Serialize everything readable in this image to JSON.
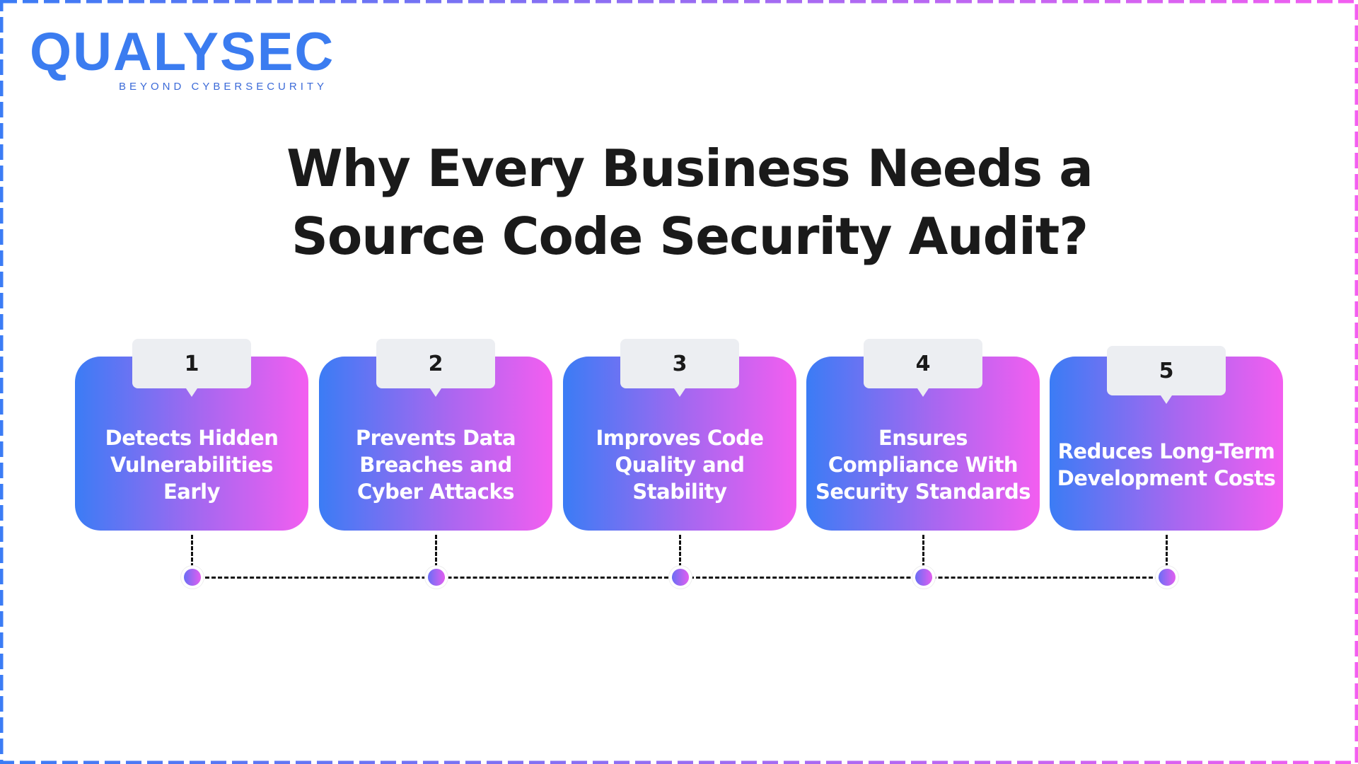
{
  "logo": {
    "name": "QUALYSEC",
    "tagline": "BEYOND CYBERSECURITY"
  },
  "title": {
    "line1": "Why Every Business Needs a",
    "line2": "Source Code Security Audit?"
  },
  "steps": [
    {
      "number": "1",
      "text": "Detects Hidden Vulnerabilities Early"
    },
    {
      "number": "2",
      "text": "Prevents Data Breaches and Cyber Attacks"
    },
    {
      "number": "3",
      "text": "Improves Code Quality and Stability"
    },
    {
      "number": "4",
      "text": "Ensures Compliance With Security Standards"
    },
    {
      "number": "5",
      "text": "Reduces Long-Term Development Costs"
    }
  ],
  "colors": {
    "brand": "#3b7cf0",
    "gradient_start": "#3b7cf5",
    "gradient_end": "#f35ef0"
  }
}
